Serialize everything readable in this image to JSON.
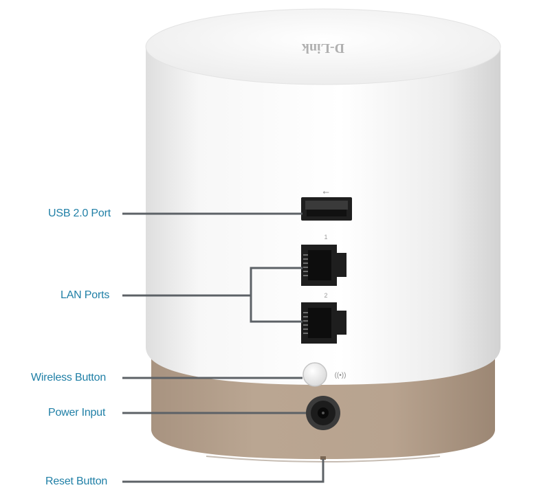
{
  "product": {
    "brand": "D-Link",
    "usb_symbol": "⭠",
    "port_number_1": "1",
    "port_number_2": "2",
    "wireless_symbol": "((•))"
  },
  "callouts": {
    "usb": "USB 2.0 Port",
    "lan": "LAN Ports",
    "wireless": "Wireless Button",
    "power": "Power Input",
    "reset": "Reset Button"
  },
  "colors": {
    "label_text": "#1f7fa6",
    "leader_line": "#5c6166",
    "body_white": "#f4f4f4",
    "base_tan": "#b5a08c"
  }
}
